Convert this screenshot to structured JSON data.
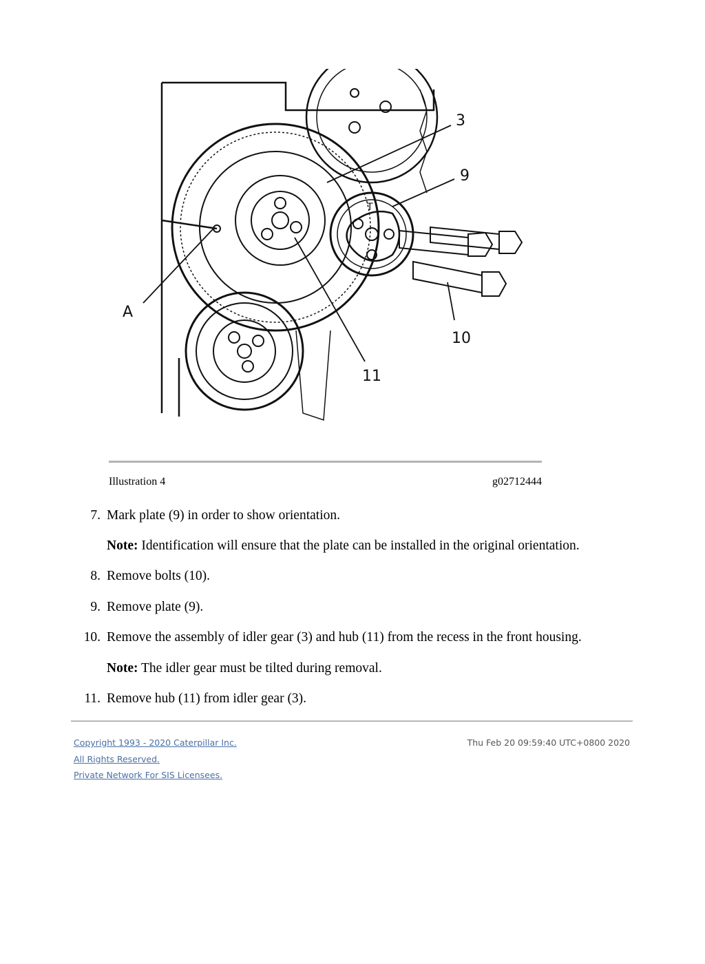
{
  "figure": {
    "callouts": [
      "3",
      "9",
      "A",
      "10",
      "11"
    ]
  },
  "caption": {
    "label": "Illustration 4",
    "id": "g02712444"
  },
  "steps": [
    {
      "num": "7.",
      "text": "Mark plate (9) in order to show orientation."
    },
    {
      "num": "8.",
      "text": "Remove bolts (10)."
    },
    {
      "num": "9.",
      "text": "Remove plate (9)."
    },
    {
      "num": "10.",
      "text": "Remove the assembly of idler gear (3) and hub (11) from the recess in the front housing."
    },
    {
      "num": "11.",
      "text": "Remove hub (11) from idler gear (3)."
    }
  ],
  "notes": [
    {
      "label": "Note:",
      "text": " Identification will ensure that the plate can be installed in the original orientation."
    },
    {
      "label": "Note:",
      "text": " The idler gear must be tilted during removal."
    }
  ],
  "footer": {
    "copyright": "Copyright 1993 - 2020 Caterpillar Inc.",
    "rights": "All Rights Reserved.",
    "network": "Private Network For SIS Licensees.",
    "timestamp": "Thu Feb 20 09:59:40 UTC+0800 2020"
  }
}
